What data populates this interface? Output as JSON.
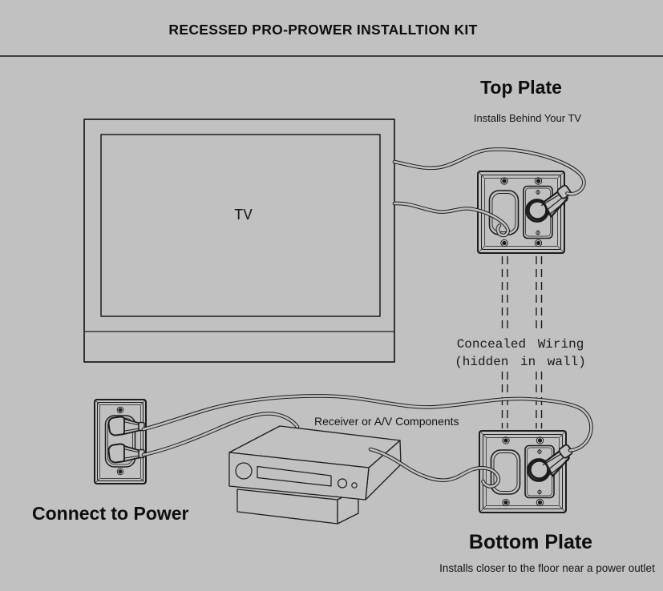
{
  "header": {
    "title": "RECESSED PRO-PROWER INSTALLTION KIT"
  },
  "annotations": {
    "top_plate_title": "Top Plate",
    "top_plate_subtitle": "Installs Behind Your TV",
    "concealed_line1": "Concealed Wiring",
    "concealed_line2": "(hidden in wall)",
    "receiver_label": "Receiver or A/V Components",
    "tv_label": "TV",
    "connect_power_title": "Connect to Power",
    "bottom_plate_title": "Bottom Plate",
    "bottom_plate_subtitle": "Installs closer to the floor near a power outlet"
  },
  "colors": {
    "background": "#c1c1c1",
    "line": "#1c1c1c",
    "divider": "#3f3f3f",
    "text": "#0e0e0e"
  }
}
